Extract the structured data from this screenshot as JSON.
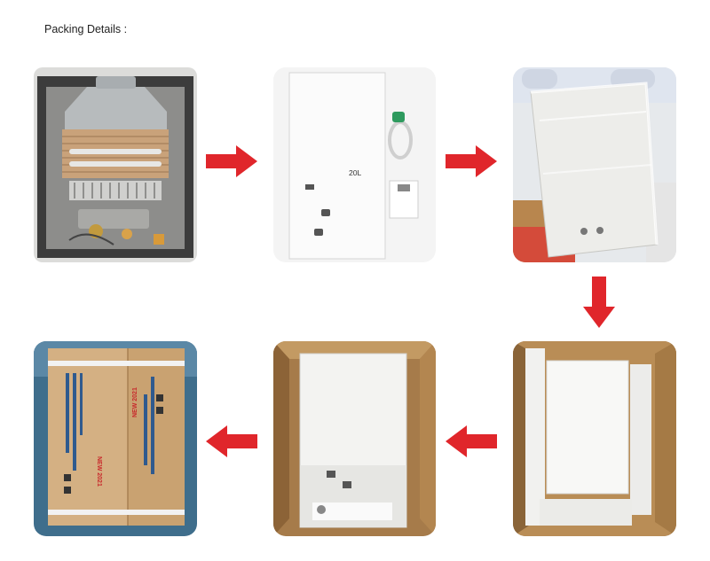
{
  "header": {
    "title": "Packing Details :"
  },
  "photos": {
    "product_front": {
      "capacity_label": "20L"
    },
    "carton": {
      "badge": "NEW 2021",
      "badge_repeat": "NEW 2021"
    }
  },
  "colors": {
    "arrow": "#e0262b",
    "box": "#b98d56",
    "foam": "#f2f2f0"
  },
  "icons": {
    "flow_arrow": "arrow-icon"
  }
}
